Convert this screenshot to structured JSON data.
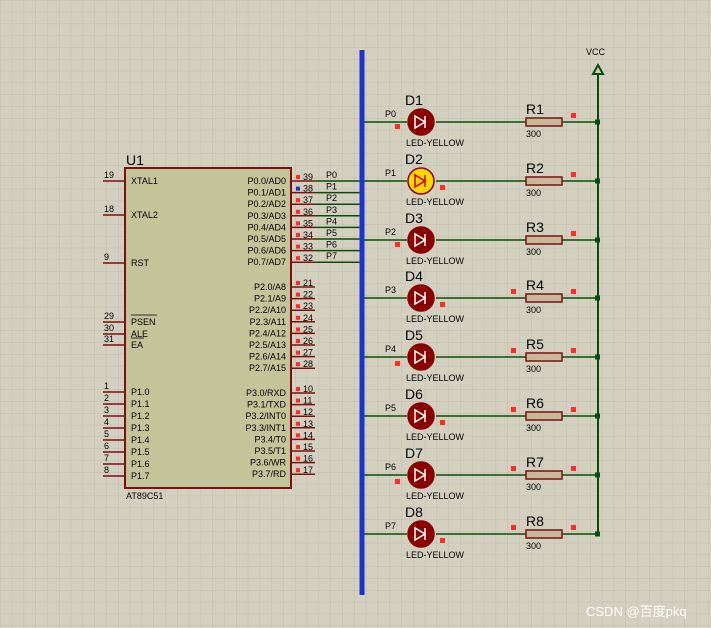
{
  "colors": {
    "background": "#d4d0c0",
    "grid": "#c2bdae",
    "wire": "#0a4a0a",
    "bus": "#1a33cc",
    "chip_fill": "#c4c49a",
    "chip_border": "#7a1010",
    "led_off": "#8a0000",
    "led_on": "#ffd700",
    "resistor_fill": "#c8b89a",
    "pin_marker": "#ff2a2a",
    "text": "#000000"
  },
  "chip": {
    "ref": "U1",
    "part": "AT89C51",
    "left_pins": [
      {
        "num": "19",
        "name": "XTAL1"
      },
      {
        "num": "18",
        "name": "XTAL2"
      },
      {
        "num": "9",
        "name": "RST"
      },
      {
        "num": "29",
        "name": "PSEN"
      },
      {
        "num": "30",
        "name": "ALE"
      },
      {
        "num": "31",
        "name": "EA"
      },
      {
        "num": "1",
        "name": "P1.0"
      },
      {
        "num": "2",
        "name": "P1.1"
      },
      {
        "num": "3",
        "name": "P1.2"
      },
      {
        "num": "4",
        "name": "P1.3"
      },
      {
        "num": "5",
        "name": "P1.4"
      },
      {
        "num": "6",
        "name": "P1.5"
      },
      {
        "num": "7",
        "name": "P1.6"
      },
      {
        "num": "8",
        "name": "P1.7"
      }
    ],
    "right_pins": [
      {
        "num": "39",
        "name": "P0.0/AD0",
        "net": "P0"
      },
      {
        "num": "38",
        "name": "P0.1/AD1",
        "net": "P1"
      },
      {
        "num": "37",
        "name": "P0.2/AD2",
        "net": "P2"
      },
      {
        "num": "36",
        "name": "P0.3/AD3",
        "net": "P3"
      },
      {
        "num": "35",
        "name": "P0.4/AD4",
        "net": "P4"
      },
      {
        "num": "34",
        "name": "P0.5/AD5",
        "net": "P5"
      },
      {
        "num": "33",
        "name": "P0.6/AD6",
        "net": "P6"
      },
      {
        "num": "32",
        "name": "P0.7/AD7",
        "net": "P7"
      },
      {
        "num": "21",
        "name": "P2.0/A8"
      },
      {
        "num": "22",
        "name": "P2.1/A9"
      },
      {
        "num": "23",
        "name": "P2.2/A10"
      },
      {
        "num": "24",
        "name": "P2.3/A11"
      },
      {
        "num": "25",
        "name": "P2.4/A12"
      },
      {
        "num": "26",
        "name": "P2.5/A13"
      },
      {
        "num": "27",
        "name": "P2.6/A14"
      },
      {
        "num": "28",
        "name": "P2.7/A15"
      },
      {
        "num": "10",
        "name": "P3.0/RXD"
      },
      {
        "num": "11",
        "name": "P3.1/TXD"
      },
      {
        "num": "12",
        "name": "P3.2/INT0"
      },
      {
        "num": "13",
        "name": "P3.3/INT1"
      },
      {
        "num": "14",
        "name": "P3.4/T0"
      },
      {
        "num": "15",
        "name": "P3.5/T1"
      },
      {
        "num": "16",
        "name": "P3.6/WR"
      },
      {
        "num": "17",
        "name": "P3.7/RD"
      }
    ]
  },
  "vcc_label": "VCC",
  "leds": [
    {
      "ref": "D1",
      "type": "LED-YELLOW",
      "net": "P0",
      "lit": false
    },
    {
      "ref": "D2",
      "type": "LED-YELLOW",
      "net": "P1",
      "lit": true
    },
    {
      "ref": "D3",
      "type": "LED-YELLOW",
      "net": "P2",
      "lit": false
    },
    {
      "ref": "D4",
      "type": "LED-YELLOW",
      "net": "P3",
      "lit": false
    },
    {
      "ref": "D5",
      "type": "LED-YELLOW",
      "net": "P4",
      "lit": false
    },
    {
      "ref": "D6",
      "type": "LED-YELLOW",
      "net": "P5",
      "lit": false
    },
    {
      "ref": "D7",
      "type": "LED-YELLOW",
      "net": "P6",
      "lit": false
    },
    {
      "ref": "D8",
      "type": "LED-YELLOW",
      "net": "P7",
      "lit": false
    }
  ],
  "resistors": [
    {
      "ref": "R1",
      "value": "300"
    },
    {
      "ref": "R2",
      "value": "300"
    },
    {
      "ref": "R3",
      "value": "300"
    },
    {
      "ref": "R4",
      "value": "300"
    },
    {
      "ref": "R5",
      "value": "300"
    },
    {
      "ref": "R6",
      "value": "300"
    },
    {
      "ref": "R7",
      "value": "300"
    },
    {
      "ref": "R8",
      "value": "300"
    }
  ],
  "watermark": "CSDN @百度pkq"
}
